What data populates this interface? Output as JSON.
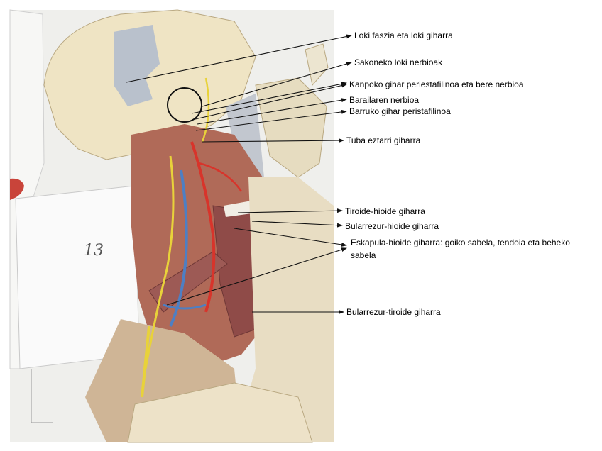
{
  "labels": [
    {
      "id": "loki",
      "text": "Loki faszia eta loki giharra"
    },
    {
      "id": "sakoneko",
      "text": "Sakoneko loki nerbioak"
    },
    {
      "id": "kanpoko",
      "text": "Kanpoko gihar periestafilinoa eta bere nerbioa"
    },
    {
      "id": "barailaren",
      "text": "Barailaren nerbioa"
    },
    {
      "id": "barruko",
      "text": "Barruko gihar peristafilinoa"
    },
    {
      "id": "tuba",
      "text": "Tuba eztarri giharra"
    },
    {
      "id": "tiroide-hioide",
      "text": "Tiroide-hioide giharra"
    },
    {
      "id": "bularrezur-hioide",
      "text": "Bularrezur-hioide giharra"
    },
    {
      "id": "eskapula-line1",
      "text": "Eskapula-hioide giharra: goiko sabela, tendoia eta beheko"
    },
    {
      "id": "eskapula-line2",
      "text": "sabela"
    },
    {
      "id": "bularrezur-tiroide",
      "text": "Bularrezur-tiroide giharra"
    }
  ],
  "specimen_annotation": "13",
  "colors": {
    "paper": "#f2f2f0",
    "bone": "#efe4c6",
    "muscle": "#b0695a",
    "muscle_dark": "#8c4a46",
    "artery": "#d8342b",
    "nerve": "#e8d23a",
    "vein": "#4d7fc4",
    "skin": "#e9dcc2"
  }
}
